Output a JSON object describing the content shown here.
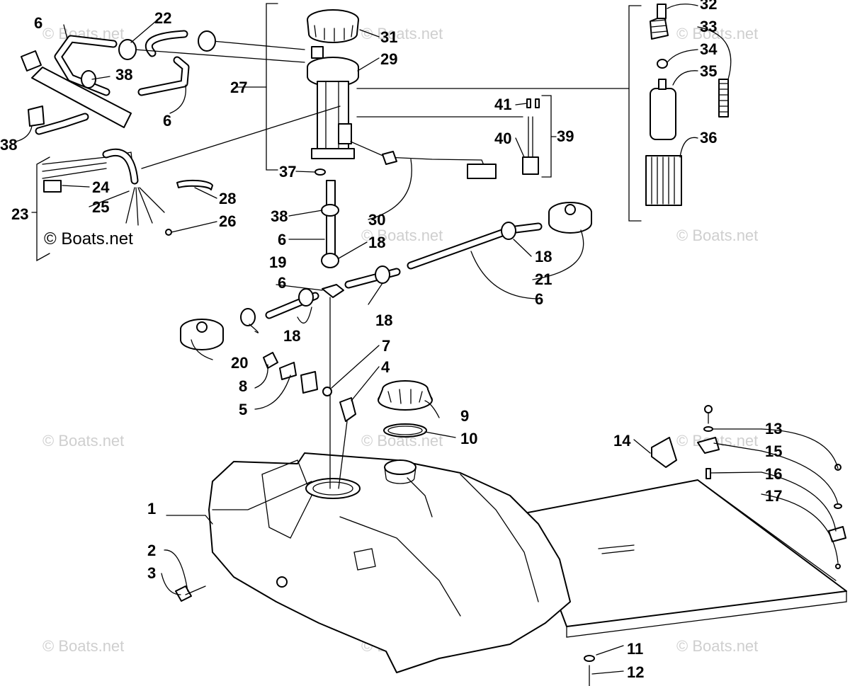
{
  "watermark": "© Boats.net",
  "brand_text": "© Boats.net",
  "callouts": [
    "1",
    "2",
    "3",
    "4",
    "5",
    "6",
    "7",
    "8",
    "9",
    "10",
    "11",
    "12",
    "13",
    "14",
    "15",
    "16",
    "17",
    "18",
    "19",
    "20",
    "21",
    "22",
    "23",
    "24",
    "25",
    "26",
    "27",
    "28",
    "29",
    "30",
    "31",
    "32",
    "33",
    "34",
    "35",
    "36",
    "37",
    "38",
    "39",
    "40",
    "41"
  ]
}
